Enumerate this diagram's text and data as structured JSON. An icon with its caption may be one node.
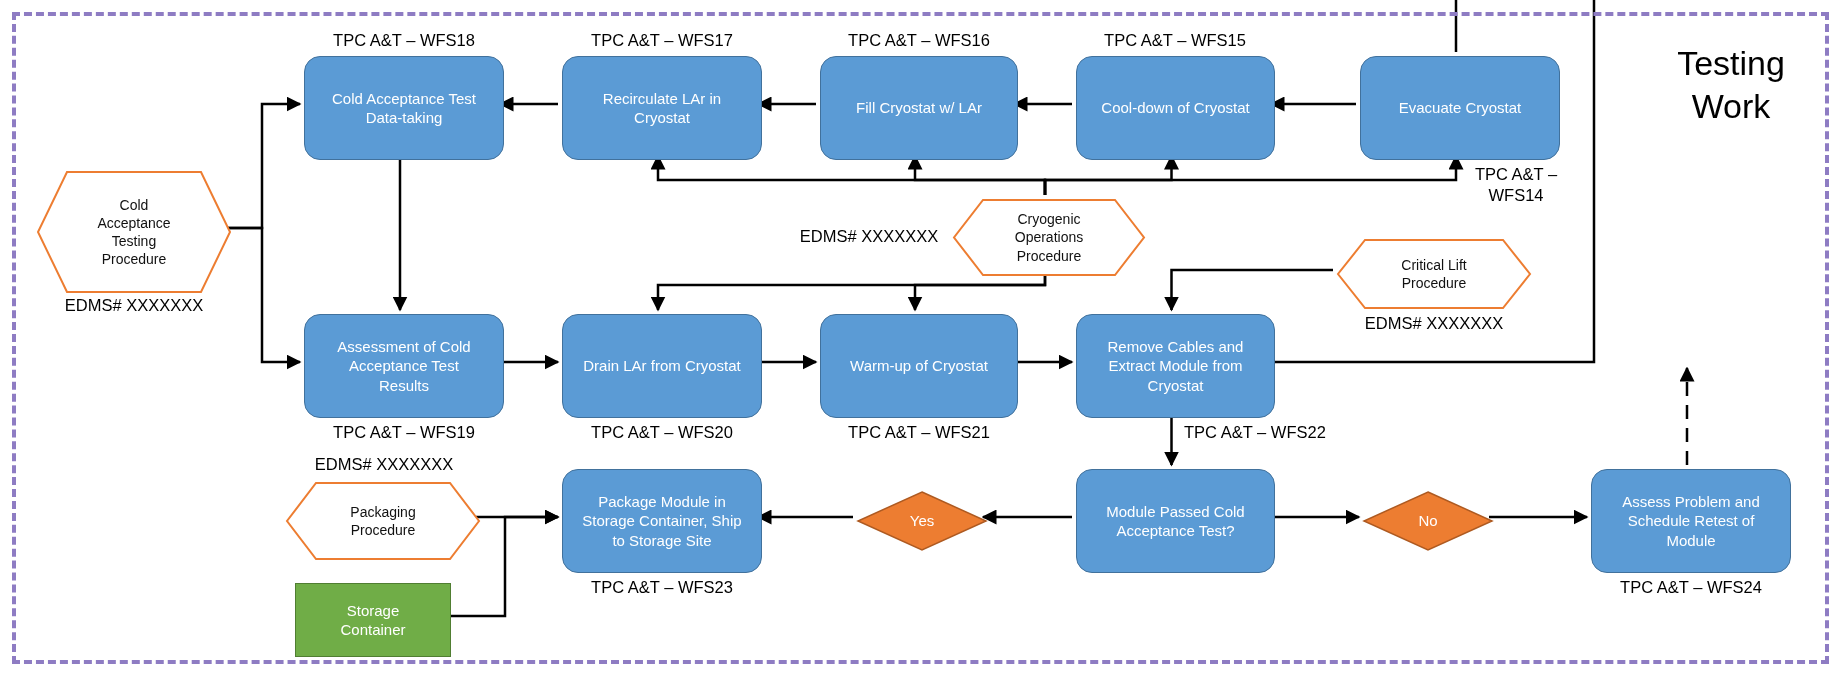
{
  "diagram": {
    "nodes": [
      {
        "text": [
          "Testing Work"
        ]
      },
      {
        "text": [
          "Cold Acceptance Test Data-taking"
        ],
        "in": 0,
        "beside": [
          "TPC A&T – WFS18"
        ]
      },
      {
        "text": [
          "Recirculate LAr in Cryostat"
        ],
        "in": 0,
        "beside": [
          "TPC A&T – WFS17"
        ]
      },
      {
        "text": [
          "Fill Cryostat w/ LAr"
        ],
        "in": 0,
        "beside": [
          "TPC A&T – WFS16"
        ]
      },
      {
        "text": [
          "Cool-down of Cryostat"
        ],
        "in": 0,
        "beside": [
          "TPC A&T – WFS15"
        ]
      },
      {
        "text": [
          "Evacuate Cryostat"
        ],
        "in": 0,
        "beside": [
          "TPC A&T – WFS14"
        ]
      },
      {
        "text": [
          "Cold Acceptance Testing Procedure"
        ],
        "in": 0,
        "beside": [
          "EDMS# XXXXXXX"
        ]
      },
      {
        "text": [
          "Cryogenic Operations Procedure"
        ],
        "in": 0,
        "beside": [
          "EDMS# XXXXXXX"
        ]
      },
      {
        "text": [
          "Critical Lift Procedure"
        ],
        "in": 0,
        "beside": [
          "EDMS# XXXXXXX"
        ]
      },
      {
        "text": [
          "Assessment of Cold Acceptance Test Results"
        ],
        "in": 0,
        "beside": [
          "TPC A&T – WFS19"
        ]
      },
      {
        "text": [
          "Drain LAr from Cryostat"
        ],
        "in": 0,
        "beside": [
          "TPC A&T – WFS20"
        ]
      },
      {
        "text": [
          "Warm-up of Cryostat"
        ],
        "in": 0,
        "beside": [
          "TPC A&T – WFS21"
        ]
      },
      {
        "text": [
          "Remove Cables and Extract Module from Cryostat"
        ],
        "in": 0,
        "beside": [
          "TPC A&T – WFS22"
        ]
      },
      {
        "text": [
          "Packaging Procedure"
        ],
        "in": 0,
        "beside": [
          "EDMS# XXXXXXX"
        ]
      },
      {
        "text": [
          "Package Module in Storage Container, Ship to Storage Site"
        ],
        "in": 0,
        "beside": [
          "TPC A&T – WFS23"
        ]
      },
      {
        "text": [
          "Yes"
        ],
        "in": 0
      },
      {
        "text": [
          "Module Passed Cold Acceptance Test?"
        ],
        "in": 0
      },
      {
        "text": [
          "No"
        ],
        "in": 0
      },
      {
        "text": [
          "Assess Problem and Schedule Retest of Module"
        ],
        "in": 0,
        "beside": [
          "TPC A&T – WFS24"
        ]
      },
      {
        "text": [
          "Storage Container"
        ],
        "in": 0
      }
    ],
    "edges": [
      {
        "from": 5,
        "to": 4,
        "arrow": "to"
      },
      {
        "from": 4,
        "to": 3,
        "arrow": "to"
      },
      {
        "from": 3,
        "to": 2,
        "arrow": "to"
      },
      {
        "from": 2,
        "to": 1,
        "arrow": "to"
      },
      {
        "from": 6,
        "to": 1,
        "arrow": "to"
      },
      {
        "from": 6,
        "to": 9,
        "arrow": "to"
      },
      {
        "from": 1,
        "to": 9,
        "arrow": "to"
      },
      {
        "from": 7,
        "to": 2,
        "arrow": "to"
      },
      {
        "from": 7,
        "to": 3,
        "arrow": "to"
      },
      {
        "from": 7,
        "to": 4,
        "arrow": "to"
      },
      {
        "from": 7,
        "to": 5,
        "arrow": "to"
      },
      {
        "from": 7,
        "to": 10,
        "arrow": "to"
      },
      {
        "from": 7,
        "to": 11,
        "arrow": "to"
      },
      {
        "from": 9,
        "to": 10,
        "arrow": "to"
      },
      {
        "from": 10,
        "to": 11,
        "arrow": "to"
      },
      {
        "from": 11,
        "to": 12,
        "arrow": "to"
      },
      {
        "from": 8,
        "to": 12,
        "arrow": "to"
      },
      {
        "from": 12,
        "to": 16,
        "arrow": "to"
      },
      {
        "from": 16,
        "to": 15,
        "arrow": "to"
      },
      {
        "from": 15,
        "to": 14,
        "arrow": "to"
      },
      {
        "from": 16,
        "to": 17,
        "arrow": "to"
      },
      {
        "from": 17,
        "to": 18,
        "arrow": "to"
      },
      {
        "from": 13,
        "to": 14,
        "arrow": "to"
      },
      {
        "from": 19,
        "to": 14,
        "arrow": "to"
      },
      {
        "from": null,
        "to": 5,
        "arrow": "none"
      },
      {
        "from": 12,
        "to": null,
        "arrow": "none"
      },
      {
        "from": 18,
        "to": null,
        "arrow": "to",
        "style": "dashed"
      }
    ]
  }
}
